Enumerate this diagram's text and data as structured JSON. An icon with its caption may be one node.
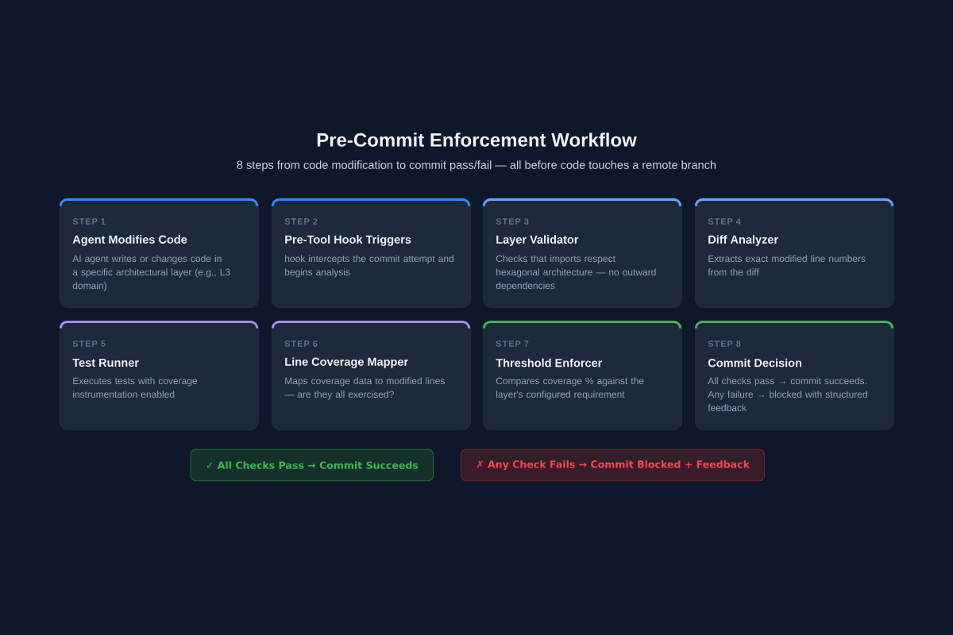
{
  "diagram": {
    "title": "Pre-Commit Enforcement Workflow",
    "nodes": [
      {
        "text": [
          "STEP 1",
          "Agent Modifies Code",
          "AI agent writes or changes code in a specific architectural layer (e.g., L3 domain)"
        ]
      },
      {
        "text": [
          "STEP 2",
          "Pre-Tool Hook Triggers",
          "hook intercepts the commit attempt and begins analysis"
        ]
      },
      {
        "text": [
          "STEP 3",
          "Layer Validator",
          "Checks that imports respect hexagonal architecture — no outward dependencies"
        ]
      },
      {
        "text": [
          "STEP 4",
          "Diff Analyzer",
          "Extracts exact modified line numbers from the diff"
        ]
      },
      {
        "text": [
          "STEP 5",
          "Test Runner",
          "Executes tests with coverage instrumentation enabled"
        ]
      },
      {
        "text": [
          "STEP 6",
          "Line Coverage Mapper",
          "Maps coverage data to modified lines — are they all exercised?"
        ]
      },
      {
        "text": [
          "STEP 7",
          "Threshold Enforcer",
          "Compares coverage % against the layer's configured requirement"
        ]
      },
      {
        "text": [
          "STEP 8",
          "Commit Decision",
          "All checks pass → commit succeeds. Any failure → blocked with structured feedback"
        ]
      },
      {
        "text": [
          "✓ All Checks Pass → Commit Succeeds"
        ]
      },
      {
        "text": [
          "✗ Any Check Fails → Commit Blocked + Feedback"
        ]
      }
    ],
    "labels": [
      "8 steps from code modification to commit pass/fail — all before code touches a remote branch"
    ]
  }
}
